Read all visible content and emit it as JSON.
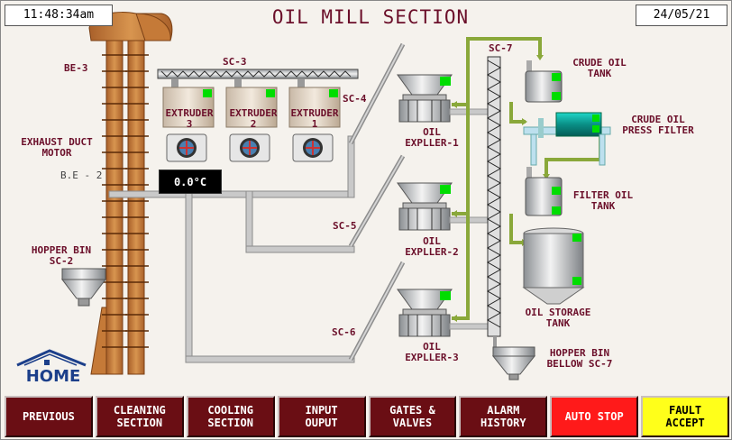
{
  "header": {
    "time": "11:48:34am",
    "title": "OIL MILL SECTION",
    "date": "24/05/21"
  },
  "labels": {
    "be3": "BE-3",
    "sc3": "SC-3",
    "sc4": "SC-4",
    "sc5": "SC-5",
    "sc6": "SC-6",
    "sc7": "SC-7",
    "extruder3": "EXTRUDER\n3",
    "extruder2": "EXTRUDER\n2",
    "extruder1": "EXTRUDER\n1",
    "exhaust": "EXHAUST DUCT\nMOTOR",
    "be2": "B.E - 2",
    "hopper_sc2": "HOPPER BIN\nSC-2",
    "expeller1": "OIL\nEXPLLER-1",
    "expeller2": "OIL\nEXPLLER-2",
    "expeller3": "OIL\nEXPLLER-3",
    "crude_tank": "CRUDE OIL\nTANK",
    "crude_filter": "CRUDE OIL\nPRESS FILTER",
    "filter_tank": "FILTER OIL\nTANK",
    "storage_tank": "OIL STORAGE\nTANK",
    "hopper_sc7": "HOPPER BIN\nBELLOW SC-7"
  },
  "temperature": "0.0°C",
  "home_label": "HOME",
  "nav": [
    "PREVIOUS",
    "CLEANING\nSECTION",
    "COOLING\nSECTION",
    "INPUT\nOUPUT",
    "GATES &\nVALVES",
    "ALARM\nHISTORY",
    "AUTO STOP",
    "FAULT\nACCEPT"
  ],
  "colors": {
    "elevator": "#c97b3c",
    "label": "#6b0f2a",
    "status_on": "#00dd00",
    "oil_pipe": "#8aa83a",
    "nav_bg": "#6a0e14",
    "auto_stop": "#ff1a1a",
    "fault_accept": "#ffff1a"
  }
}
